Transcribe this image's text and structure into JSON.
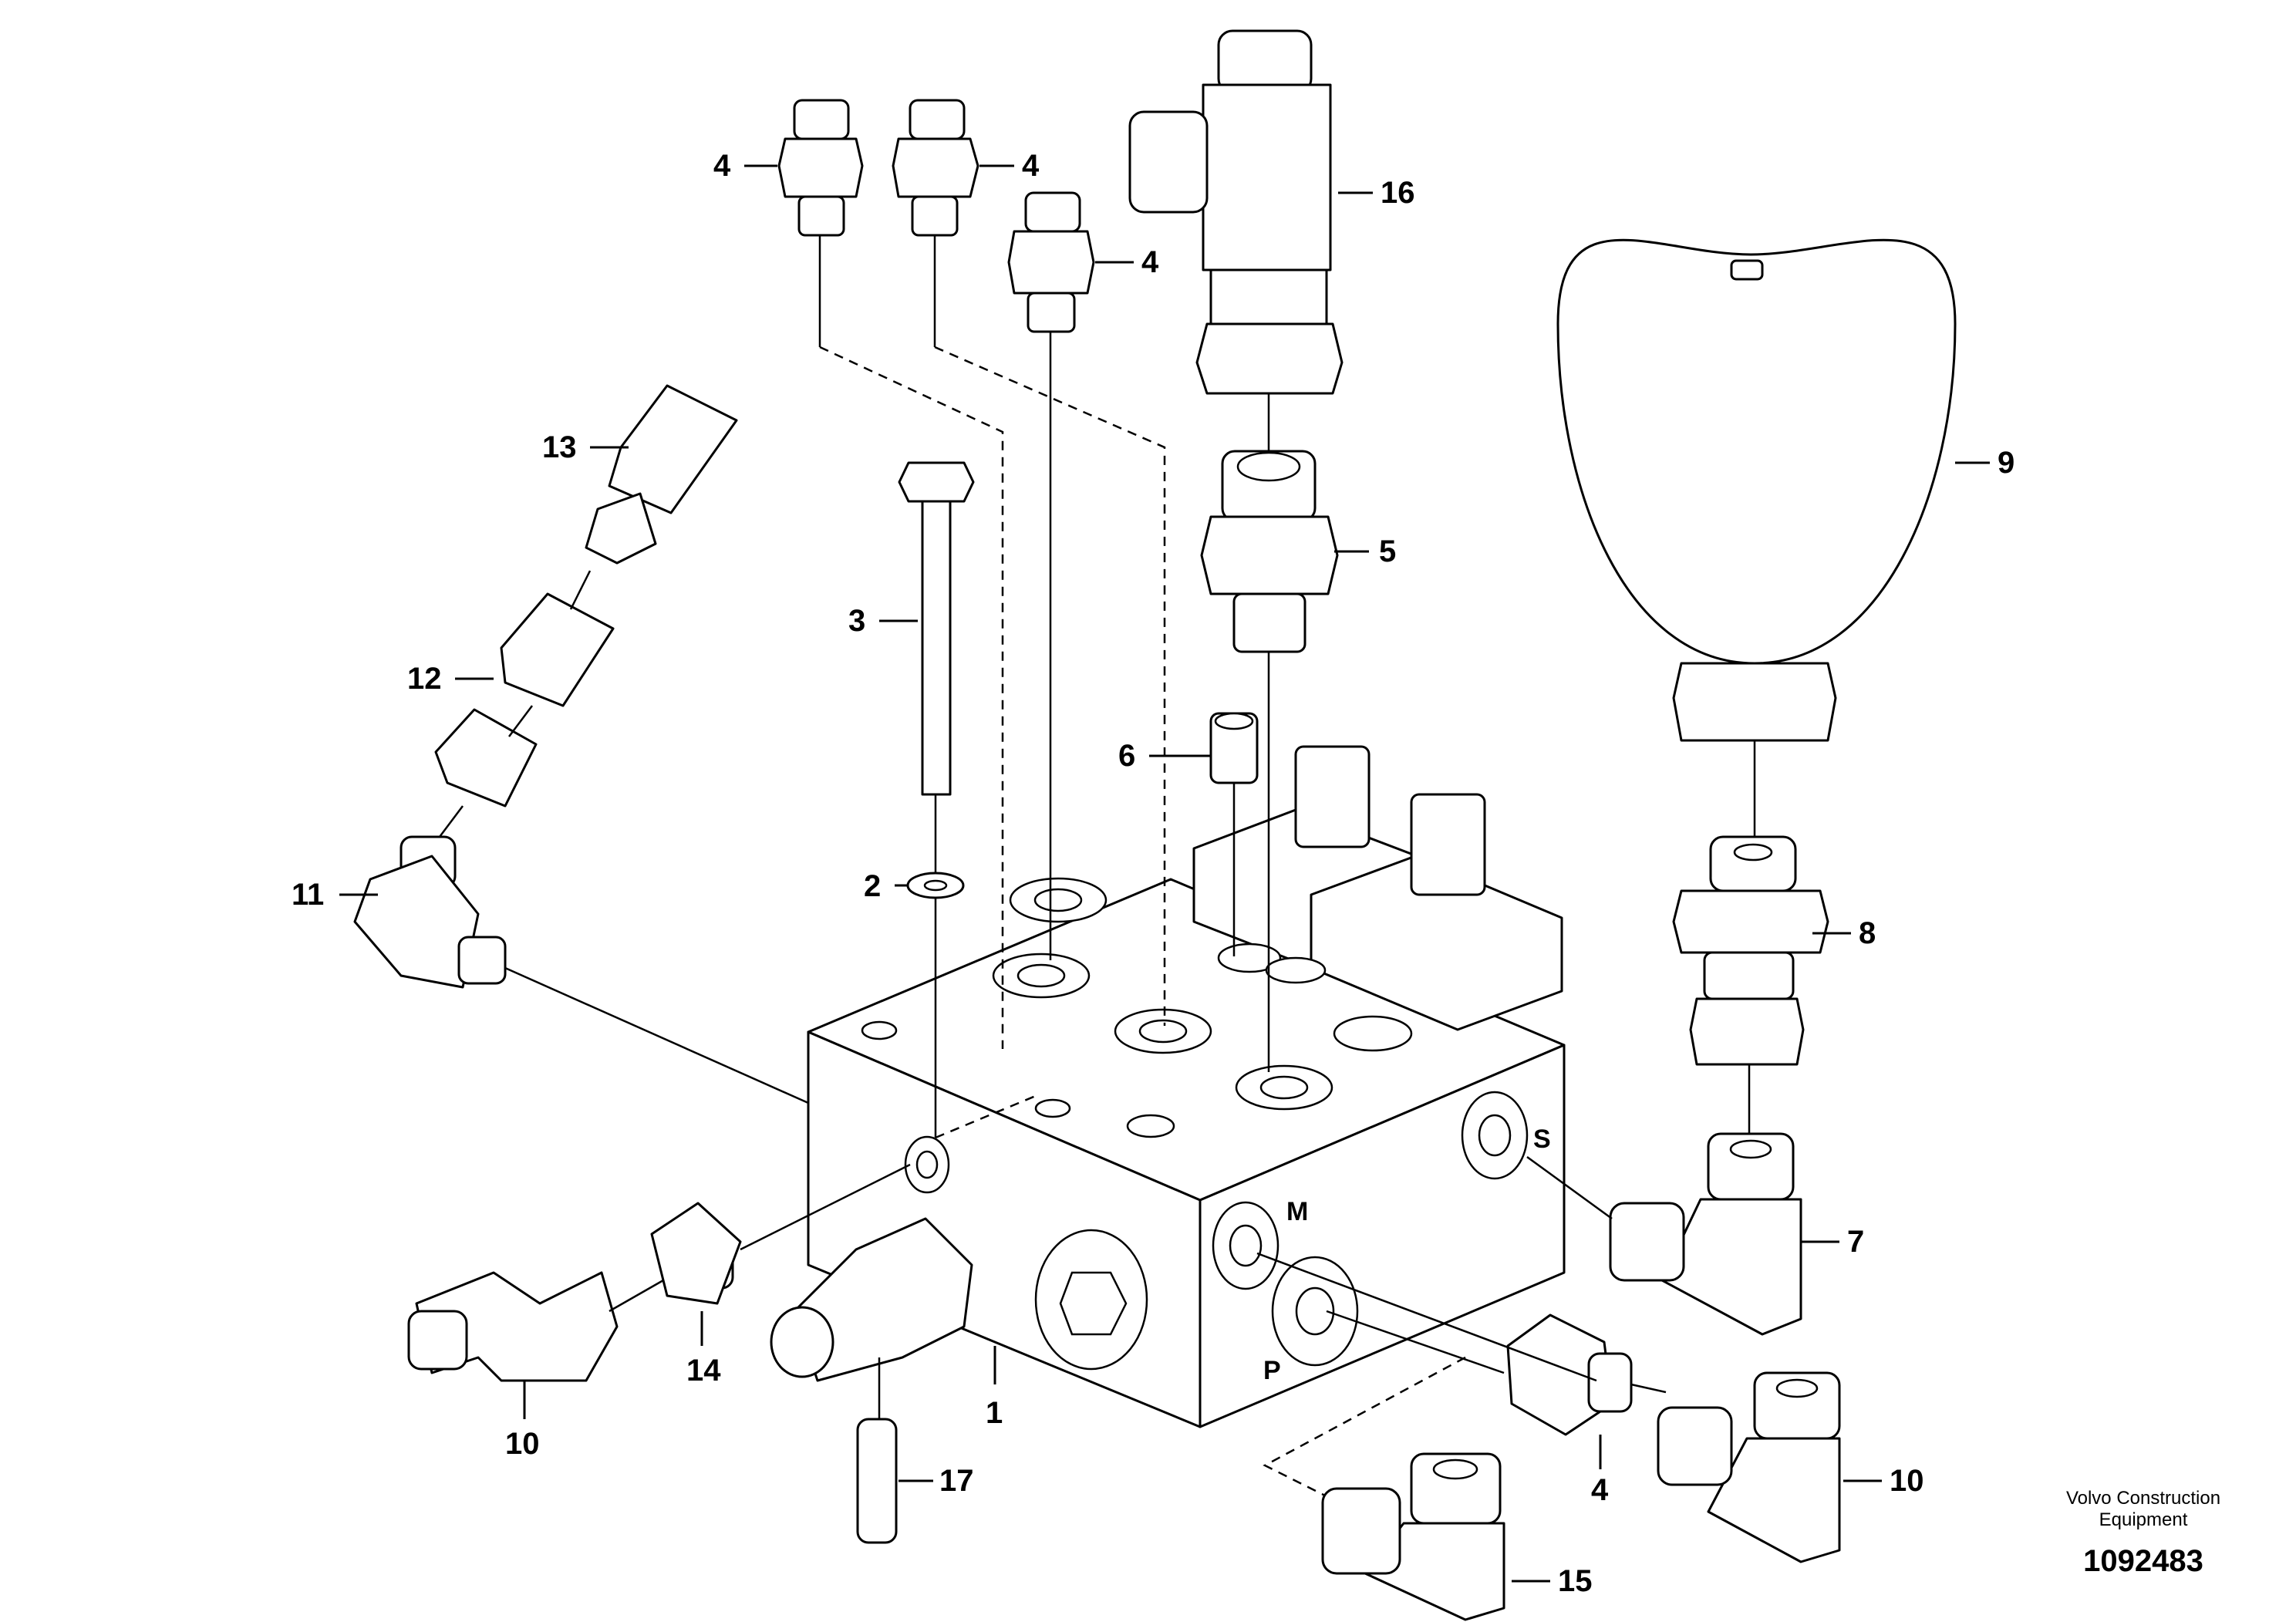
{
  "callouts": [
    "1",
    "2",
    "3",
    "4",
    "5",
    "6",
    "7",
    "8",
    "9",
    "10",
    "11",
    "12",
    "13",
    "14",
    "15",
    "16",
    "17"
  ],
  "port_labels": {
    "M": "M",
    "P": "P",
    "S": "S"
  },
  "footer": {
    "credit": "Volvo Construction Equipment",
    "document_number": "1092483"
  }
}
